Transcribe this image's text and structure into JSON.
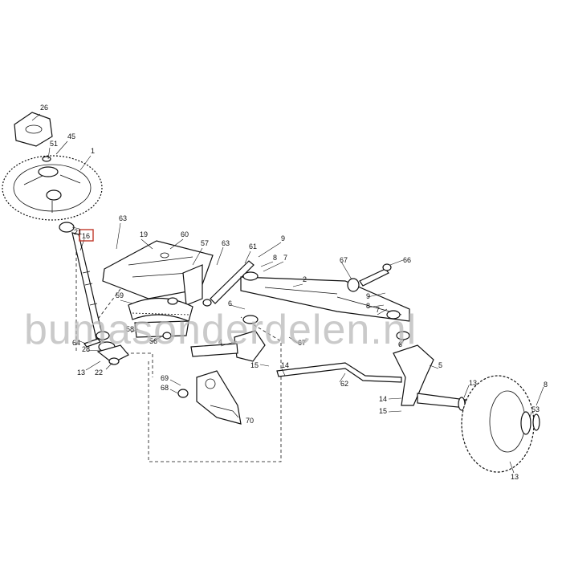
{
  "watermark": "bumasonderdelen.nl",
  "highlighted_part": "16",
  "part_labels": [
    {
      "id": "26",
      "text": "26"
    },
    {
      "id": "45",
      "text": "45"
    },
    {
      "id": "51",
      "text": "51"
    },
    {
      "id": "1",
      "text": "1"
    },
    {
      "id": "21",
      "text": "21"
    },
    {
      "id": "16",
      "text": "16"
    },
    {
      "id": "63a",
      "text": "63"
    },
    {
      "id": "19",
      "text": "19"
    },
    {
      "id": "60",
      "text": "60"
    },
    {
      "id": "57",
      "text": "57"
    },
    {
      "id": "63b",
      "text": "63"
    },
    {
      "id": "61",
      "text": "61"
    },
    {
      "id": "9a",
      "text": "9"
    },
    {
      "id": "8a",
      "text": "8"
    },
    {
      "id": "7a",
      "text": "7"
    },
    {
      "id": "67a",
      "text": "67"
    },
    {
      "id": "66",
      "text": "66"
    },
    {
      "id": "2",
      "text": "2"
    },
    {
      "id": "9b",
      "text": "9"
    },
    {
      "id": "8b",
      "text": "8"
    },
    {
      "id": "7b",
      "text": "7"
    },
    {
      "id": "59",
      "text": "59"
    },
    {
      "id": "6a",
      "text": "6"
    },
    {
      "id": "58",
      "text": "58"
    },
    {
      "id": "56",
      "text": "56"
    },
    {
      "id": "64",
      "text": "64"
    },
    {
      "id": "28",
      "text": "28"
    },
    {
      "id": "13a",
      "text": "13"
    },
    {
      "id": "22",
      "text": "22"
    },
    {
      "id": "4",
      "text": "4"
    },
    {
      "id": "67b",
      "text": "67"
    },
    {
      "id": "6b",
      "text": "6"
    },
    {
      "id": "15a",
      "text": "15"
    },
    {
      "id": "14a",
      "text": "14"
    },
    {
      "id": "5",
      "text": "5"
    },
    {
      "id": "69",
      "text": "69"
    },
    {
      "id": "68",
      "text": "68"
    },
    {
      "id": "62",
      "text": "62"
    },
    {
      "id": "70",
      "text": "70"
    },
    {
      "id": "13b",
      "text": "13"
    },
    {
      "id": "14b",
      "text": "14"
    },
    {
      "id": "15b",
      "text": "15"
    },
    {
      "id": "8c",
      "text": "8"
    },
    {
      "id": "53",
      "text": "53"
    },
    {
      "id": "13c",
      "text": "13"
    }
  ]
}
